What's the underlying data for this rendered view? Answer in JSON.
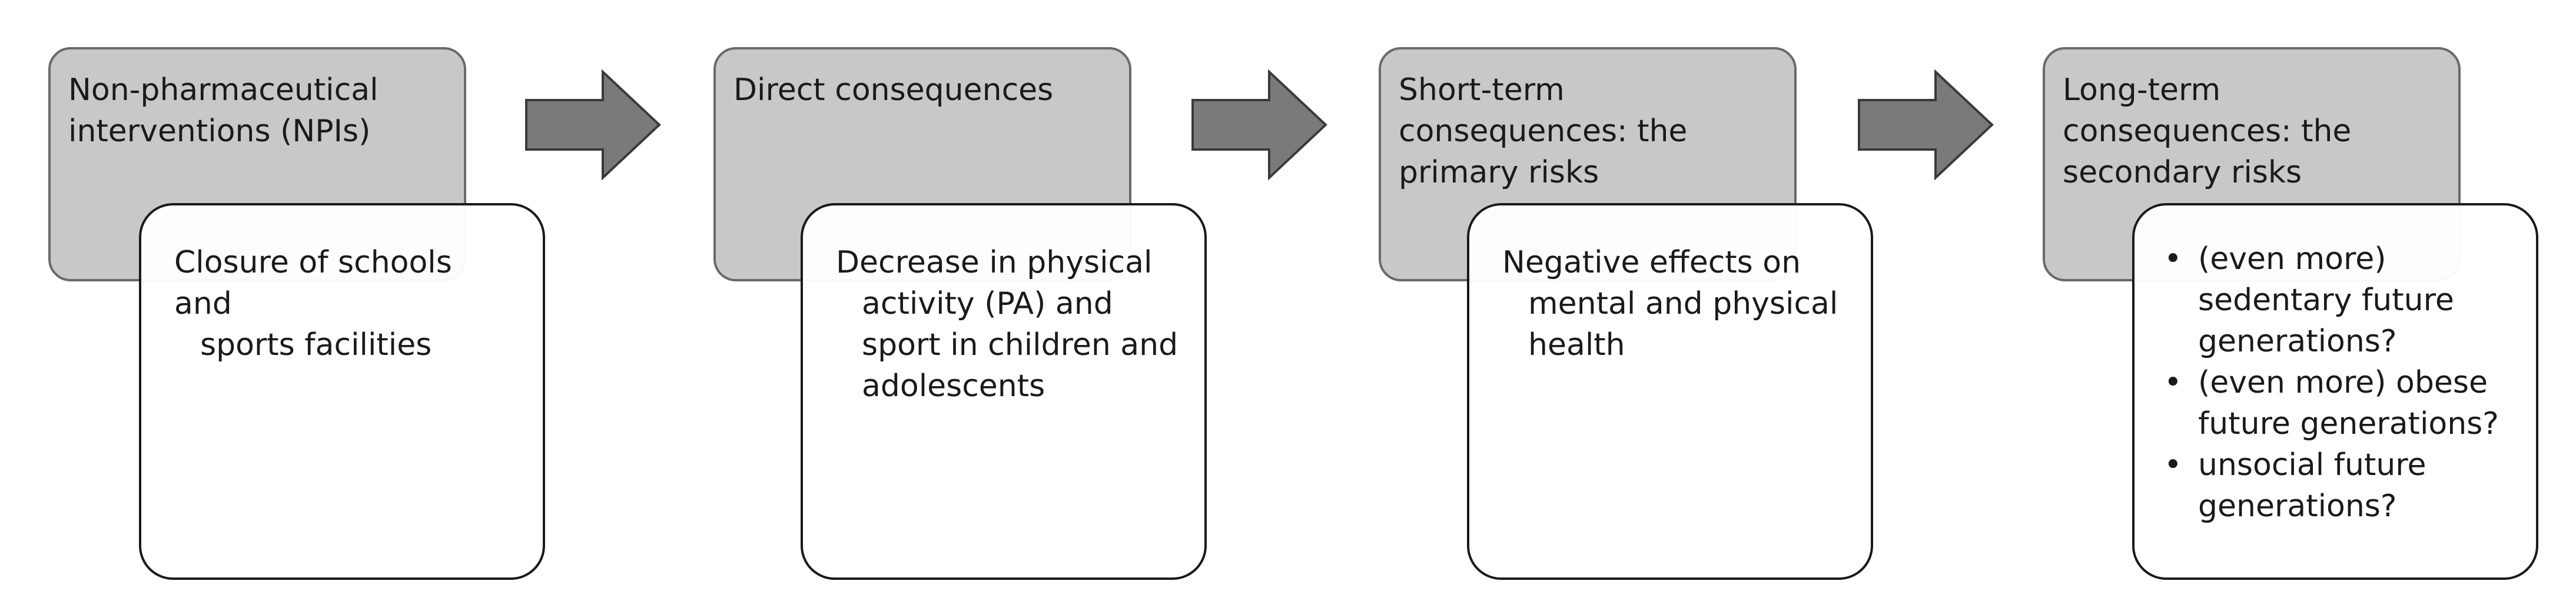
{
  "stages": [
    {
      "header": [
        "Non-pharmaceutical",
        "interventions (NPIs)"
      ],
      "body": [
        "Closure of schools and",
        "sports facilities"
      ]
    },
    {
      "header": [
        "Direct consequences"
      ],
      "body": [
        "Decrease in physical",
        "activity (PA) and",
        "sport in children and",
        "adolescents"
      ]
    },
    {
      "header": [
        "Short-term",
        "consequences: the",
        "primary risks"
      ],
      "body": [
        "Negative effects on",
        "mental and physical",
        "health"
      ]
    },
    {
      "header": [
        "Long-term",
        "consequences: the",
        "secondary risks"
      ],
      "bullets": [
        [
          "(even more)",
          "sedentary future",
          "generations?"
        ],
        [
          "(even more) obese",
          "future generations?"
        ],
        [
          "unsocial future",
          "generations?"
        ]
      ],
      "bullet_symbol": "•"
    }
  ],
  "colors": {
    "header_fill": "#c8c8c8",
    "header_border": "#6a6a6a",
    "arrow_fill": "#7a7a7a",
    "arrow_border": "#3a3a3a"
  }
}
